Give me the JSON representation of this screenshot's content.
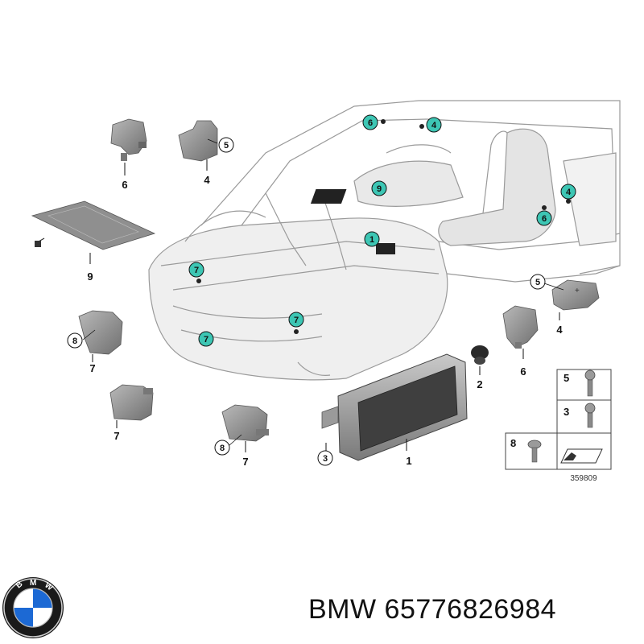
{
  "diagram": {
    "labels": {
      "part_1": "1",
      "part_2": "2",
      "part_3": "3",
      "part_4": "4",
      "part_5": "5",
      "part_6": "6",
      "part_7": "7",
      "part_8": "8",
      "part_9": "9"
    },
    "diagram_number": "359809"
  },
  "fastener_legend": {
    "row_5": "5",
    "row_3": "3",
    "row_8": "8"
  },
  "footer": {
    "brand": "BMW",
    "part_number": "65776826984"
  },
  "logo": {
    "letters": "BMW",
    "colors": {
      "blue": "#1c69d4",
      "ring": "#111111"
    }
  },
  "colors": {
    "callout_teal": "#3dc6b4",
    "part_gray": "#8a8a8a",
    "body_line": "#9a9a9a"
  }
}
